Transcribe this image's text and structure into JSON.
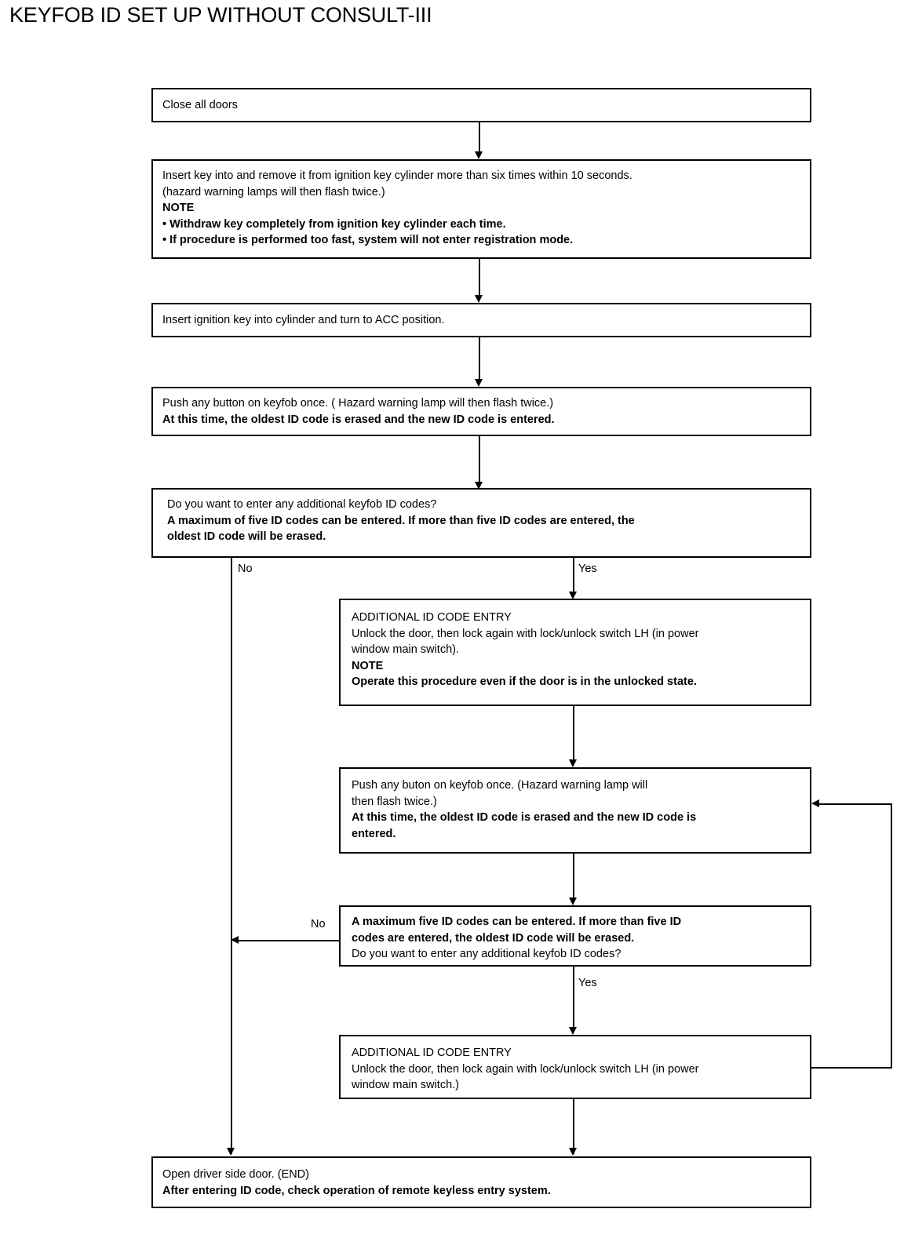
{
  "document": {
    "title": "KEYFOB ID SET UP WITHOUT CONSULT-III"
  },
  "flowchart": {
    "type": "flowchart",
    "orientation": "top-to-bottom",
    "nodes": [
      {
        "id": "close-all-doors",
        "lines": [
          {
            "text": "Close all doors",
            "bold": false
          }
        ]
      },
      {
        "id": "insert-remove-key",
        "lines": [
          {
            "text": "Insert key into and remove it from ignition key cylinder more than six times within 10 seconds.",
            "bold": false
          },
          {
            "text": "(hazard warning lamps will then flash twice.)",
            "bold": false
          },
          {
            "text": "NOTE",
            "bold": true
          },
          {
            "text": "• Withdraw key completely from ignition key cylinder each time.",
            "bold": true
          },
          {
            "text": "• If procedure is performed too fast, system will not enter registration mode.",
            "bold": true
          }
        ]
      },
      {
        "id": "turn-to-acc",
        "lines": [
          {
            "text": "Insert ignition key into cylinder and turn to ACC position.",
            "bold": false
          }
        ]
      },
      {
        "id": "push-button-first",
        "lines": [
          {
            "text": "Push any button on keyfob once. ( Hazard warning lamp will then flash twice.)",
            "bold": false
          },
          {
            "text": "At this time, the oldest ID code is erased and the new ID code is entered.",
            "bold": true
          }
        ]
      },
      {
        "id": "decision-additional-codes-1",
        "lines": [
          {
            "text": "Do you want to enter any additional keyfob ID codes?",
            "bold": false
          },
          {
            "text": "A maximum of five ID codes can be entered. If more than five ID codes are entered, the",
            "bold": true
          },
          {
            "text": "oldest ID code will be erased.",
            "bold": true
          }
        ]
      },
      {
        "id": "additional-id-code-entry-1",
        "lines": [
          {
            "text": "ADDITIONAL ID CODE ENTRY",
            "bold": false
          },
          {
            "text": "Unlock the door, then lock again with lock/unlock switch LH (in power",
            "bold": false
          },
          {
            "text": "window main switch).",
            "bold": false
          },
          {
            "text": "NOTE",
            "bold": true
          },
          {
            "text": "Operate this procedure even if the door is in the unlocked state.",
            "bold": true
          }
        ]
      },
      {
        "id": "push-button-second",
        "lines": [
          {
            "text": "Push any buton on keyfob once. (Hazard warning lamp will",
            "bold": false
          },
          {
            "text": "then flash twice.)",
            "bold": false
          },
          {
            "text": "At this time, the oldest ID code is erased and the new ID code is",
            "bold": true
          },
          {
            "text": "entered.",
            "bold": true
          }
        ]
      },
      {
        "id": "decision-additional-codes-2",
        "lines": [
          {
            "text": "A maximum five ID codes can be entered. If more than five ID",
            "bold": true
          },
          {
            "text": "codes are entered, the oldest ID code will be erased.",
            "bold": true
          },
          {
            "text": "Do you want to enter any additional keyfob ID codes?",
            "bold": false
          }
        ]
      },
      {
        "id": "additional-id-code-entry-2",
        "lines": [
          {
            "text": "ADDITIONAL ID CODE ENTRY",
            "bold": false
          },
          {
            "text": "Unlock the door, then lock again with lock/unlock switch LH (in power",
            "bold": false
          },
          {
            "text": "window main switch.)",
            "bold": false
          }
        ]
      },
      {
        "id": "end-open-driver-door",
        "lines": [
          {
            "text": "Open driver side door. (END)",
            "bold": false
          },
          {
            "text": "After entering ID code, check operation of remote keyless entry system.",
            "bold": true
          }
        ]
      }
    ],
    "edge_labels": {
      "no_1": "No",
      "yes_1": "Yes",
      "no_2": "No",
      "yes_2": "Yes"
    },
    "colors": {
      "line": "#000000",
      "box_fill": "#ffffff",
      "text": "#000000"
    }
  }
}
